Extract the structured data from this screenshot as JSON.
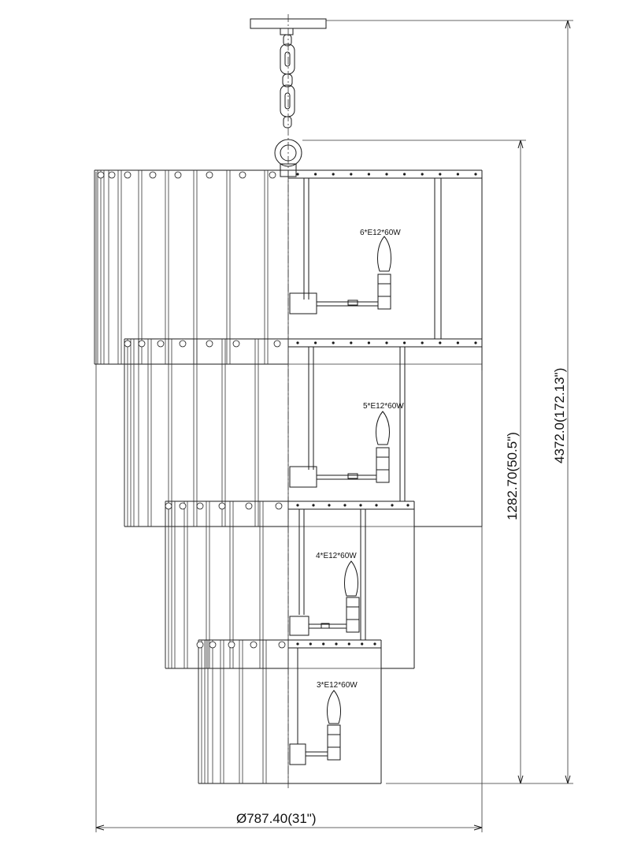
{
  "diagram": {
    "tiers": [
      {
        "bulb_label": "6*E12*60W"
      },
      {
        "bulb_label": "5*E12*60W"
      },
      {
        "bulb_label": "4*E12*60W"
      },
      {
        "bulb_label": "3*E12*60W"
      }
    ],
    "dimensions": {
      "width": "Ø787.40(31\")",
      "body_height": "1282.70(50.5\")",
      "overall_height": "4372.0(172.13\")"
    },
    "colors": {
      "line": "#1a1a1a",
      "background": "#ffffff"
    }
  }
}
